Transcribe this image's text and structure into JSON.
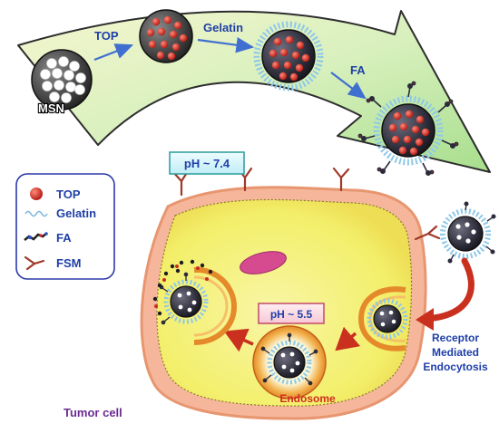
{
  "process": {
    "stage_msn": "MSN",
    "step_top": "TOP",
    "step_gelatin": "Gelatin",
    "step_fa": "FA"
  },
  "legend": {
    "items": [
      {
        "label": "TOP",
        "icon": "top-drug-dot-icon"
      },
      {
        "label": "Gelatin",
        "icon": "gelatin-wave-icon"
      },
      {
        "label": "FA",
        "icon": "folic-acid-icon"
      },
      {
        "label": "FSM",
        "icon": "fsm-receptor-icon"
      }
    ]
  },
  "cell": {
    "ph_outside": "pH ~ 7.4",
    "ph_endosome": "pH ~ 5.5",
    "endosome_label": "Endosome",
    "tumor_label": "Tumor cell",
    "uptake_line1": "Receptor",
    "uptake_line2": "Mediated",
    "uptake_line3": "Endocytosis"
  },
  "colors": {
    "arrow_fill": "#cdeeb3",
    "cell_fill": "#f6f27a",
    "membrane": "#f4a384",
    "label_blue": "#1f3fa8",
    "label_purple": "#6a2c91",
    "endosome_red": "#d12b22",
    "drug_red": "#c92c21"
  }
}
